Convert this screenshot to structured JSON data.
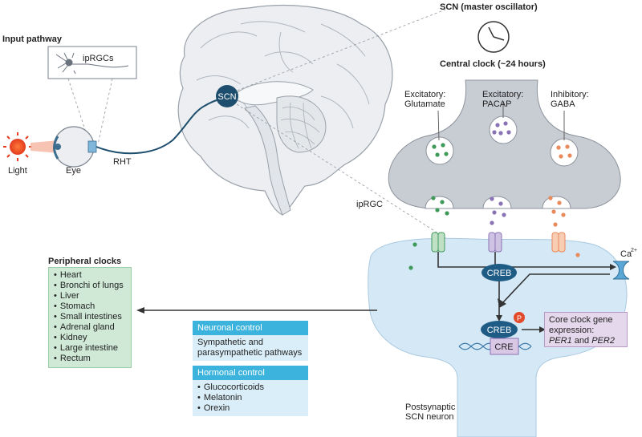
{
  "labels": {
    "input_pathway": "Input pathway",
    "iprgcs": "ipRGCs",
    "light": "Light",
    "eye": "Eye",
    "rht": "RHT",
    "scn": "SCN",
    "scn_master": "SCN (master oscillator)",
    "central_clock": "Central clock (~24 hours)",
    "iprgc": "ipRGC",
    "ca": "Ca",
    "ca_sup": "2+",
    "creb": "CREB",
    "p": "P",
    "cre": "CRE",
    "postsynaptic_1": "Postsynaptic",
    "postsynaptic_2": "SCN neuron"
  },
  "synapse": {
    "glutamate": {
      "line1": "Excitatory:",
      "line2": "Glutamate",
      "color": "#3f9a5a"
    },
    "pacap": {
      "line1": "Excitatory:",
      "line2": "PACAP",
      "color": "#8a73b4"
    },
    "gaba": {
      "line1": "Inhibitory:",
      "line2": "GABA",
      "color": "#e88a5c"
    }
  },
  "core_expression": {
    "line1": "Core clock gene",
    "line2": "expression:",
    "gene1": "PER1",
    "and": " and ",
    "gene2": "PER2"
  },
  "peripheral": {
    "title": "Peripheral clocks",
    "items": [
      "Heart",
      "Bronchi of lungs",
      "Liver",
      "Stomach",
      "Small intestines",
      "Adrenal gland",
      "Kidney",
      "Large intestine",
      "Rectum"
    ]
  },
  "neuronal_control": {
    "title": "Neuronal control",
    "line1": "Sympathetic and",
    "line2": "parasympathetic pathways"
  },
  "hormonal_control": {
    "title": "Hormonal control",
    "items": [
      "Glucocorticoids",
      "Melatonin",
      "Orexin"
    ]
  },
  "colors": {
    "neuron": "#d5e8f6",
    "presynaptic": "#c8ccd3",
    "scn_node": "#1e4e6e",
    "control_header": "#3cb3dd",
    "peripheral_box": "#cfe9d6"
  }
}
